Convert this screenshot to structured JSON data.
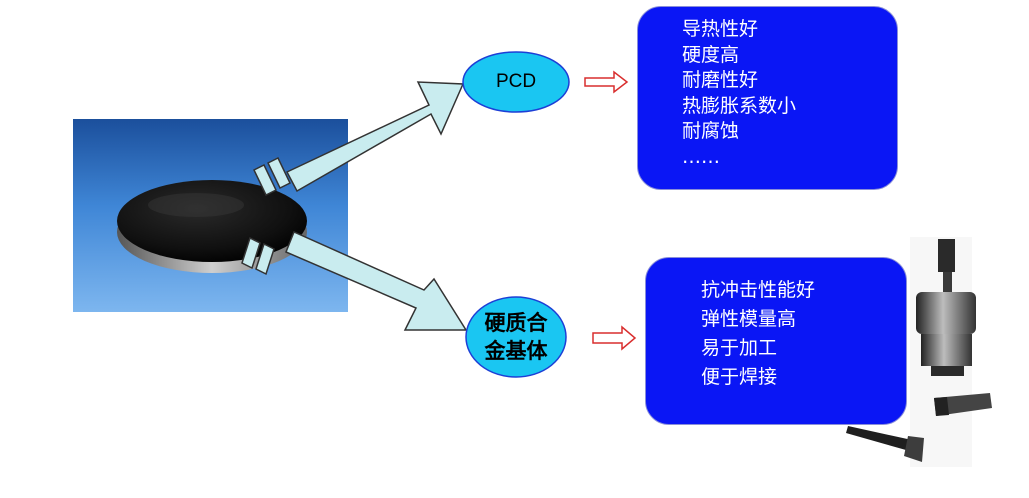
{
  "nodes": {
    "pcd": {
      "label": "PCD"
    },
    "carbide": {
      "label": "硬质合\n金基体"
    }
  },
  "pcd_properties": [
    "导热性好",
    "硬度高",
    "耐磨性好",
    "热膨胀系数小",
    "耐腐蚀",
    "……"
  ],
  "carbide_properties": [
    "抗冲击性能好",
    "弹性模量高",
    "易于加工",
    "便于焊接"
  ],
  "colors": {
    "ellipse_fill": "#1ac6f2",
    "ellipse_stroke": "#1d3fd6",
    "box_fill": "#0a16f5",
    "arrow_fill": "#c9ecef",
    "small_arrow_stroke": "#d92e2e"
  }
}
